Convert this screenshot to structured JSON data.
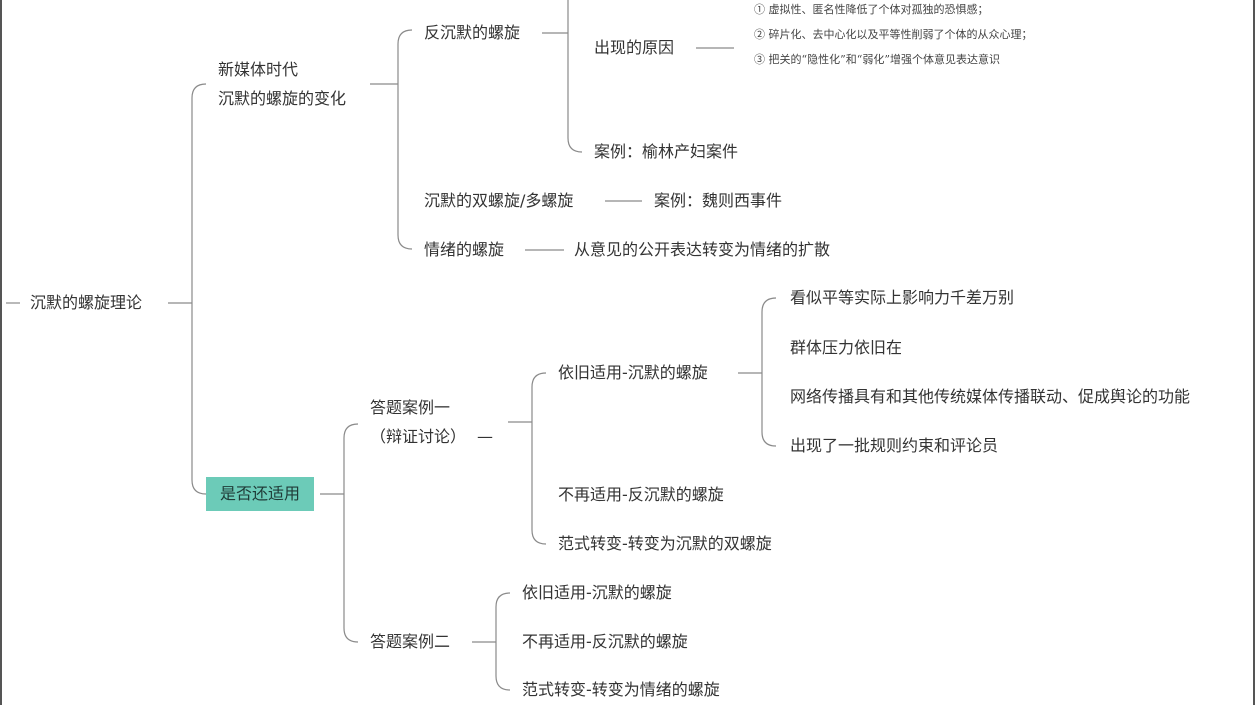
{
  "mindmap": {
    "root": "沉默的螺旋理论",
    "branch1": {
      "line1": "新媒体时代",
      "line2": "沉默的螺旋的变化",
      "anti_spiral": "反沉默的螺旋",
      "reasons_label": "出现的原因",
      "reasons": [
        "① 虚拟性、匿名性降低了个体对孤独的恐惧感；",
        "② 碎片化、去中心化以及平等性削弱了个体的从众心理；",
        "③ 把关的“隐性化”和“弱化”增强个体意见表达意识"
      ],
      "anti_case": "案例：榆林产妇案件",
      "double_spiral": "沉默的双螺旋/多螺旋",
      "double_case": "案例：魏则西事件",
      "emotion_spiral": "情绪的螺旋",
      "emotion_desc": "从意见的公开表达转变为情绪的扩散"
    },
    "branch2": {
      "label": "是否还适用",
      "case1": {
        "line1": "答题案例一",
        "line2": "（辩证讨论）",
        "still": "依旧适用-沉默的螺旋",
        "reasons": [
          "看似平等实际上影响力千差万别",
          "群体压力依旧在",
          "网络传播具有和其他传统媒体传播联动、促成舆论的功能",
          "出现了一批规则约束和评论员"
        ],
        "no_longer": "不再适用-反沉默的螺旋",
        "paradigm": "范式转变-转变为沉默的双螺旋"
      },
      "case2": {
        "label": "答题案例二",
        "still": "依旧适用-沉默的螺旋",
        "no_longer": "不再适用-反沉默的螺旋",
        "paradigm": "范式转变-转变为情绪的螺旋"
      }
    }
  }
}
